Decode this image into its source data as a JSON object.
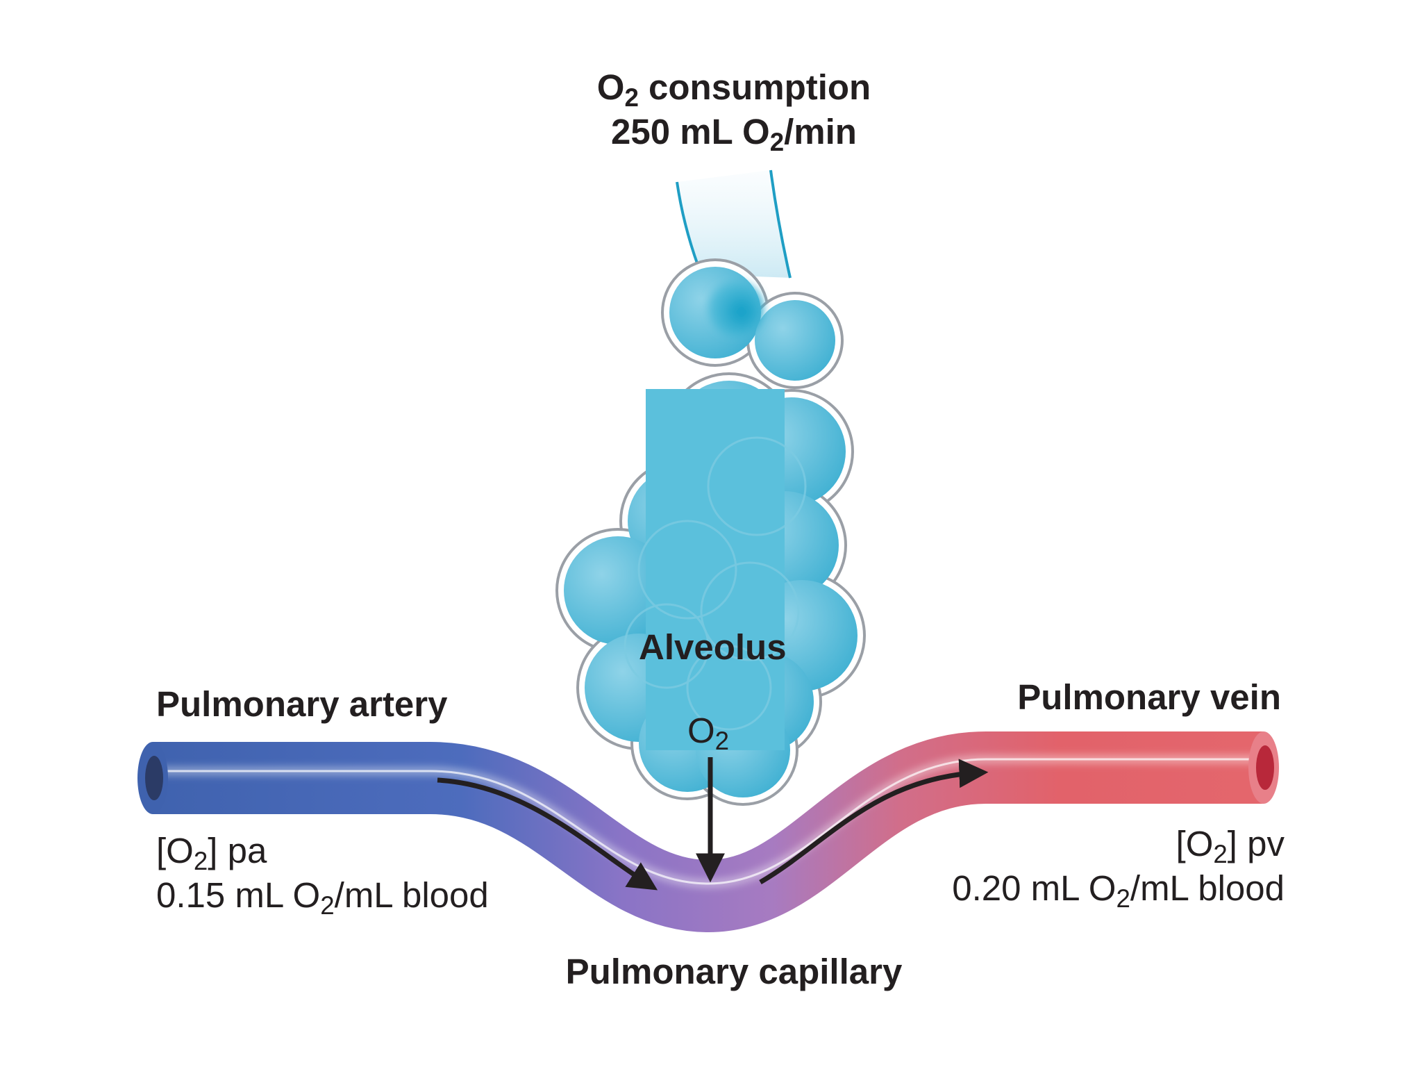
{
  "consumption": {
    "line1_prefix": "O",
    "line1_sub": "2",
    "line1_suffix": " consumption",
    "line2_prefix": "250 mL O",
    "line2_sub": "2",
    "line2_suffix": "/min"
  },
  "alveolus": {
    "label": "Alveolus",
    "o2_prefix": "O",
    "o2_sub": "2"
  },
  "artery": {
    "title": "Pulmonary artery",
    "conc_prefix": "[O",
    "conc_sub": "2",
    "conc_suffix": "] pa",
    "value_prefix": "0.15 mL O",
    "value_sub": "2",
    "value_suffix": "/mL blood"
  },
  "vein": {
    "title": "Pulmonary vein",
    "conc_prefix": "[O",
    "conc_sub": "2",
    "conc_suffix": "] pv",
    "value_prefix": "0.20 mL O",
    "value_sub": "2",
    "value_suffix": "/mL blood"
  },
  "capillary": {
    "title": "Pulmonary capillary"
  },
  "colors": {
    "artery_blue": "#4a6fba",
    "capillary_purple": "#9a72c0",
    "vein_red": "#e0636b",
    "alveolus_cyan": "#4fb4d2",
    "airway_line": "#1f9ec4",
    "arrow": "#231f20"
  }
}
